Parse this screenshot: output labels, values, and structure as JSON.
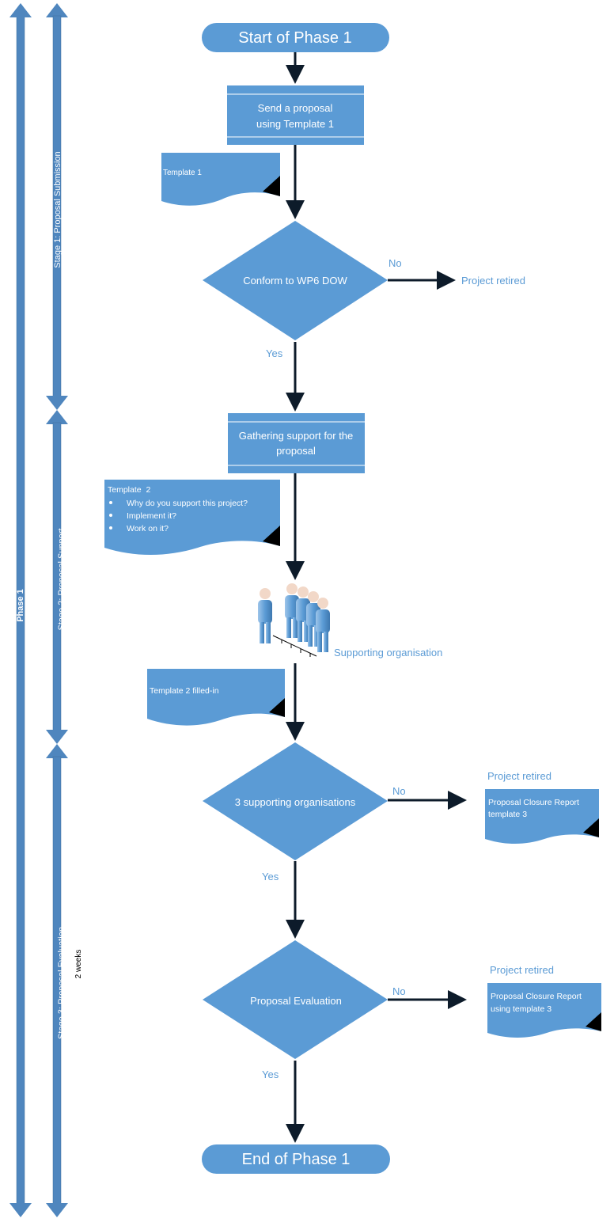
{
  "colors": {
    "fill": "#5B9BD5",
    "fill_dark": "#41719C",
    "rail": "#4F86BE",
    "label": "#5B9BD5",
    "arrow": "#0D1B2A",
    "text_on_fill": "#ffffff"
  },
  "rails": {
    "phase": {
      "label": "Phase 1"
    },
    "stage1": {
      "label": "Stage 1: Proposal Submission"
    },
    "stage2": {
      "label": "Stage 2: Proposal Support"
    },
    "stage3": {
      "label": "Stage 3: Proposal Evaluation",
      "duration": "2 weeks"
    }
  },
  "nodes": {
    "start": "Start of Phase 1",
    "send_proposal": {
      "line1": "Send a proposal",
      "line2": "using Template 1"
    },
    "conform_check": "Conform to WP6 DOW",
    "gather_support": {
      "line1": "Gathering support for the",
      "line2": "proposal"
    },
    "support_count_check": "3 supporting organisations",
    "evaluation_check": "Proposal Evaluation",
    "end": "End of Phase 1"
  },
  "documents": {
    "template1": {
      "title": "Template 1"
    },
    "template2": {
      "title": "Template  2",
      "bullets": [
        "Why do you support this project?",
        "Implement it?",
        "Work on it?"
      ]
    },
    "template2_filled": {
      "title": "Template 2 filled-in"
    },
    "closure1": {
      "line1": "Proposal Closure Report",
      "line2": "template 3"
    },
    "closure2": {
      "line1": "Proposal Closure Report",
      "line2": "using template 3"
    }
  },
  "labels": {
    "no1": "No",
    "retired1": "Project retired",
    "yes1": "Yes",
    "supporting_org": "Supporting organisation",
    "no2": "No",
    "retired2": "Project retired",
    "yes2": "Yes",
    "no3": "No",
    "retired3": "Project retired",
    "yes3": "Yes"
  },
  "icons": {
    "people": "people-group-icon"
  }
}
